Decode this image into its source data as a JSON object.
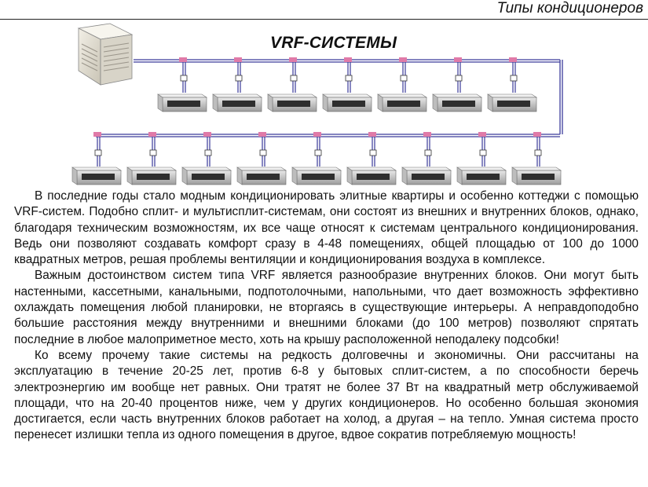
{
  "header": {
    "section_title": "Типы кондиционеров"
  },
  "diagram": {
    "title": "VRF-СИСТЕМЫ",
    "outdoor_unit_icon": "outdoor-condenser-unit",
    "indoor_unit_icon": "ducted-indoor-unit",
    "upper_row_unit_count": 7,
    "lower_row_unit_count": 9,
    "pipe_color": "#3a3a9a",
    "joint_color": "#e07aa8"
  },
  "body": {
    "paragraphs": [
      "В последние годы стало модным кондиционировать элитные квартиры и особенно коттеджи с помощью VRF-систем. Подобно сплит- и мультисплит-системам, они состоят из внешних и внутренних блоков, однако, благодаря техническим возможностям, их все чаще относят к системам центрального кондиционирования. Ведь они позволяют создавать комфорт сразу в 4-48 помещениях, общей площадью от 100 до 1000 квадратных метров, решая проблемы вентиляции и кондиционирования воздуха в комплексе.",
      "Важным достоинством систем типа VRF является разнообразие внутренних блоков. Они могут быть настенными, кассетными, канальными, подпотолочными, напольными, что дает возможность эффективно охлаждать помещения любой планировки, не вторгаясь в существующие интерьеры. А неправдоподобно большие расстояния между внутренними и внешними блоками (до 100 метров) позволяют спрятать последние в любое малоприметное место, хоть на крышу расположенной неподалеку подсобки!",
      "Ко всему прочему такие системы на редкость долговечны и экономичны. Они рассчитаны на эксплуатацию в течение 20-25 лет, против 6-8 у бытовых сплит-систем, а по способности беречь электроэнергию им вообще нет равных. Они тратят не более 37 Вт на квадратный метр обслуживаемой площади, что на 20-40 процентов ниже, чем у других кондиционеров. Но особенно большая экономия достигается, если часть внутренних блоков работает на холод, а другая – на тепло. Умная система просто перенесет излишки тепла из одного помещения в другое, вдвое сократив потребляемую мощность!"
    ]
  }
}
